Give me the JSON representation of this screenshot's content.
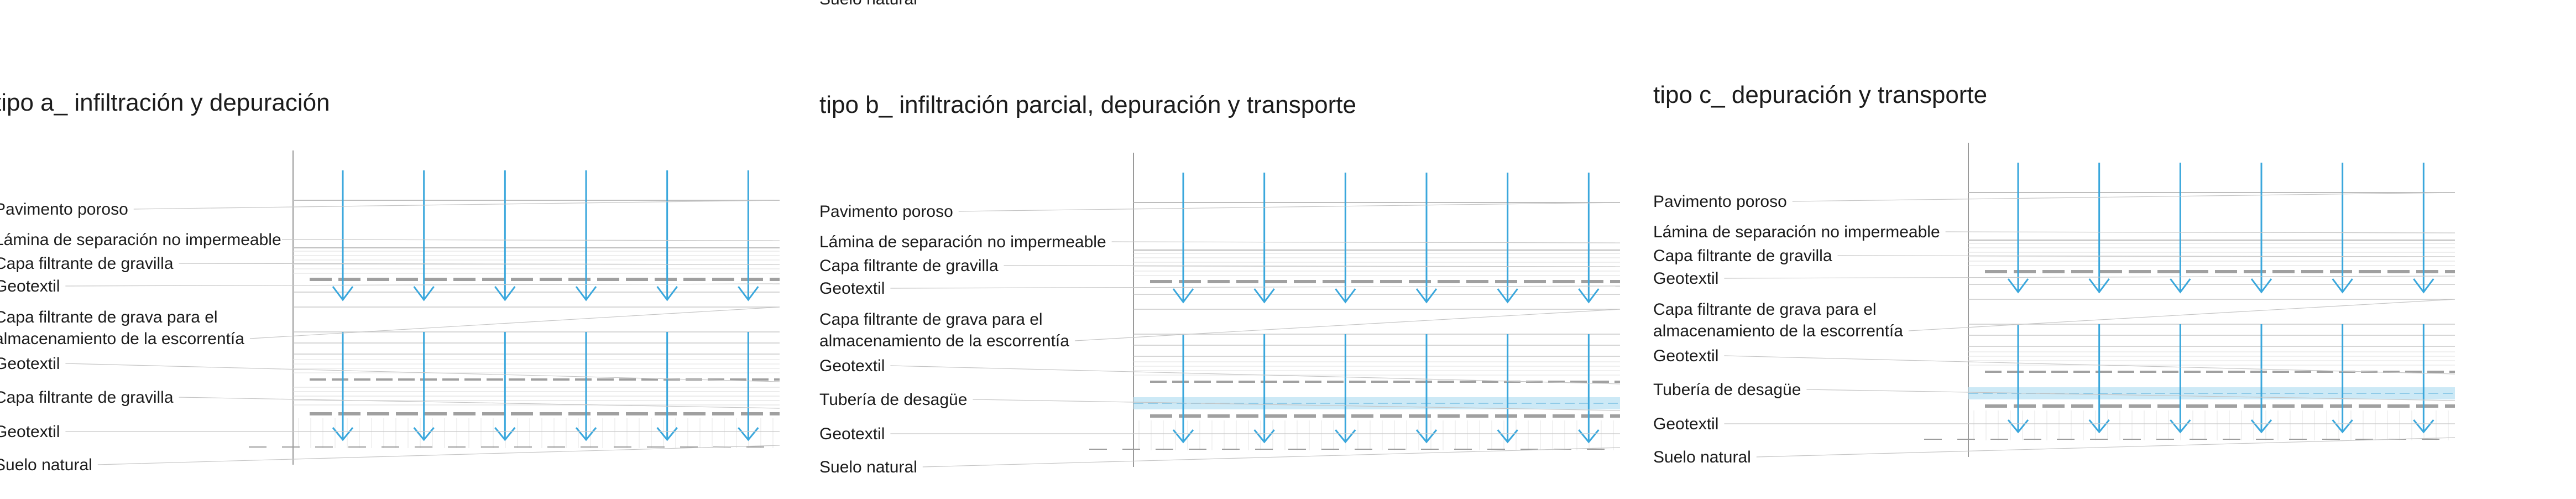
{
  "top_caption": "Suelo natural",
  "panels": [
    {
      "id": "a",
      "title": "tipo a_ infiltración y depuración",
      "has_pipe": false,
      "labels": [
        {
          "text": "Pavimento poroso"
        },
        {
          "text": "Lámina de separación no impermeable"
        },
        {
          "text": "Capa filtrante de gravilla"
        },
        {
          "text": "Geotextil"
        },
        {
          "text": "Capa filtrante de grava para el"
        },
        {
          "text": "almacenamiento de la escorrentía"
        },
        {
          "text": "Geotextil"
        },
        {
          "text": "Capa filtrante de gravilla"
        },
        {
          "text": "Geotextil"
        },
        {
          "text": "Suelo natural"
        }
      ]
    },
    {
      "id": "b",
      "title": "tipo b_ infiltración parcial, depuración y transporte",
      "has_pipe": true,
      "labels": [
        {
          "text": "Pavimento poroso"
        },
        {
          "text": "Lámina de separación no impermeable"
        },
        {
          "text": "Capa filtrante de gravilla"
        },
        {
          "text": "Geotextil"
        },
        {
          "text": "Capa filtrante de grava para el"
        },
        {
          "text": "almacenamiento de la escorrentía"
        },
        {
          "text": "Geotextil"
        },
        {
          "text": "Tubería de desagüe"
        },
        {
          "text": "Geotextil"
        },
        {
          "text": "Suelo natural"
        }
      ]
    },
    {
      "id": "c",
      "title": "tipo  c_ depuración y transporte",
      "has_pipe": true,
      "labels": [
        {
          "text": "Pavimento poroso"
        },
        {
          "text": "Lámina de separación no impermeable"
        },
        {
          "text": "Capa filtrante de gravilla"
        },
        {
          "text": "Geotextil"
        },
        {
          "text": "Capa filtrante de grava para el"
        },
        {
          "text": "almacenamiento de la escorrentía"
        },
        {
          "text": "Geotextil"
        },
        {
          "text": "Tubería de desagüe"
        },
        {
          "text": "Geotextil"
        },
        {
          "text": "Suelo natural"
        }
      ]
    }
  ],
  "colors": {
    "text": "#1c1c1c",
    "line": "#9a9a9a",
    "arrow": "#3aa7dc",
    "water": "#bfe3f4",
    "geotextile": "#a0a0a0"
  }
}
